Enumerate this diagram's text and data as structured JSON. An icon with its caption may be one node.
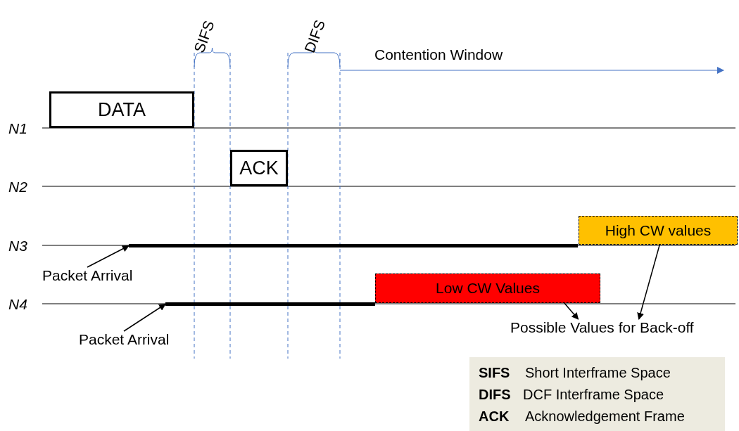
{
  "diagram": {
    "nodes": [
      {
        "text": [
          "DATA"
        ]
      },
      {
        "text": [
          "ACK"
        ]
      },
      {
        "text": [
          "High CW values"
        ]
      },
      {
        "text": [
          "Low CW Values"
        ]
      },
      {
        "text": [
          "Packet Arrival"
        ]
      },
      {
        "text": [
          "Packet Arrival"
        ]
      },
      {
        "text": [
          "Possible Values for Back-off"
        ]
      },
      {
        "text": [],
        "shape": "bar"
      },
      {
        "text": [],
        "shape": "bar"
      }
    ],
    "edges": [
      {
        "from": 4,
        "to": 7,
        "arrow": "to"
      },
      {
        "from": 5,
        "to": 8,
        "arrow": "to"
      },
      {
        "from": 3,
        "to": 6,
        "arrow": "to"
      },
      {
        "from": 2,
        "to": 6,
        "arrow": "to"
      }
    ],
    "labels": [
      "SIFS",
      "DIFS",
      "Contention Window",
      "N1",
      "N2",
      "N3",
      "N4",
      "SIFS",
      "Short Interframe Space",
      "DIFS",
      "DCF Interframe Space",
      "ACK",
      "Acknowledgement Frame"
    ]
  }
}
